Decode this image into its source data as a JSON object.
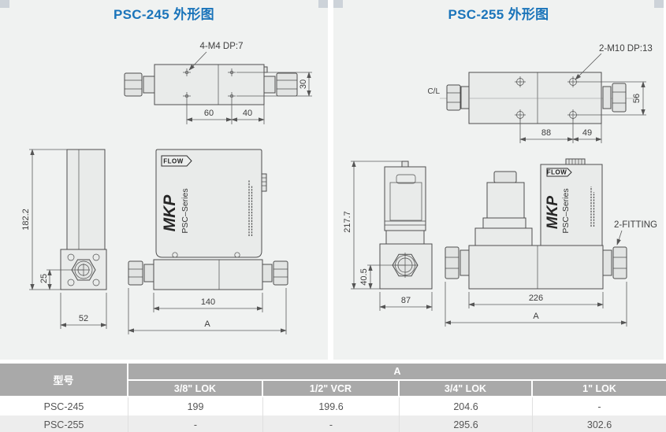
{
  "psc245": {
    "title": "PSC-245 外形图",
    "top_view": {
      "hole_label": "4-M4 DP:7",
      "dim_hole_height": "30",
      "dim_hole_spacing": "60",
      "dim_hole_to_edge": "40"
    },
    "side_view": {
      "dim_height": "182.2",
      "dim_port_center": "25",
      "dim_width": "52"
    },
    "front_view": {
      "flow_label": "FLOW",
      "logo": "MKP",
      "series_label": "PSC–Series",
      "dim_body_width": "140",
      "dim_overall": "A"
    }
  },
  "psc255": {
    "title": "PSC-255 外形图",
    "top_view": {
      "hole_label": "2-M10 DP:13",
      "centerline_label": "C/L",
      "dim_hole_height": "56",
      "dim_hole_spacing": "88",
      "dim_hole_to_edge": "49"
    },
    "side_view": {
      "dim_height": "217.7",
      "dim_port_center": "40.5",
      "dim_width": "87"
    },
    "front_view": {
      "flow_label": "FLOW",
      "logo": "MKP",
      "series_label": "PSC–Series",
      "fitting_label": "2-FITTING",
      "dim_body_width": "226",
      "dim_overall": "A"
    }
  },
  "table": {
    "model_header": "型号",
    "group_header": "A",
    "columns": [
      "3/8\" LOK",
      "1/2\" VCR",
      "3/4\" LOK",
      "1\" LOK"
    ],
    "rows": [
      {
        "model": "PSC-245",
        "values": [
          "199",
          "199.6",
          "204.6",
          "-"
        ]
      },
      {
        "model": "PSC-255",
        "values": [
          "-",
          "-",
          "295.6",
          "302.6"
        ]
      }
    ]
  }
}
